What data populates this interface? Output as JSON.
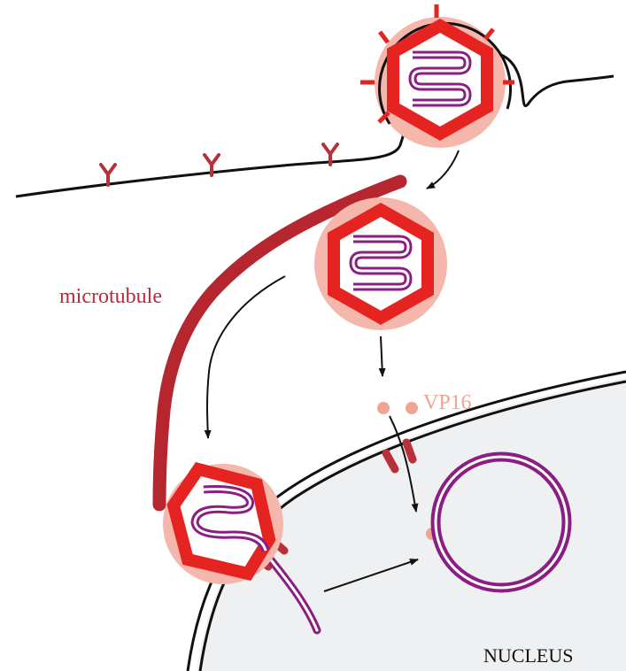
{
  "labels": {
    "microtubule": "microtubule",
    "vp16": "VP16",
    "nucleus": "NUCLEUS"
  },
  "colors": {
    "capsid_red": "#e52421",
    "envelope_pink": "#f5b6ac",
    "dna_purple": "#8a1e83",
    "microtubule_red": "#b5262f",
    "membrane_black": "#111111",
    "nucleus_fill": "#eef0f2",
    "vp16_pink": "#f0a494",
    "pore_red": "#b7303a"
  }
}
